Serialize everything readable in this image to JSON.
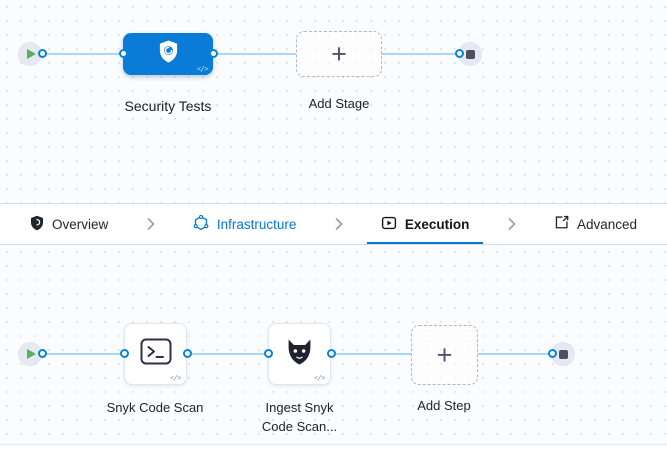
{
  "stage_pipeline": {
    "stage_label": "Security Tests",
    "add_stage_label": "Add Stage",
    "code_badge": "</>"
  },
  "tabs": {
    "items": [
      {
        "label": "Overview",
        "icon": "shield-icon",
        "state": "default"
      },
      {
        "label": "Infrastructure",
        "icon": "hexagon-network-icon",
        "state": "visited"
      },
      {
        "label": "Execution",
        "icon": "play-box-icon",
        "state": "active"
      },
      {
        "label": "Advanced",
        "icon": "external-box-icon",
        "state": "default"
      }
    ]
  },
  "step_pipeline": {
    "steps": [
      {
        "label": "Snyk Code Scan",
        "icon": "terminal-icon",
        "code_badge": "</>"
      },
      {
        "label": "Ingest Snyk Code Scan...",
        "icon": "ingest-bug-icon",
        "code_badge": "</>"
      }
    ],
    "add_step_label": "Add Step"
  },
  "icons": {
    "plus": "+"
  },
  "colors": {
    "accent_blue": "#0278d5",
    "connector_blue": "#a6d7f4",
    "play_green": "#56b257",
    "stop_slate": "#4c5060",
    "stage_node_blue": "#0a7cd7",
    "canvas_bg": "#fbfcfe"
  }
}
